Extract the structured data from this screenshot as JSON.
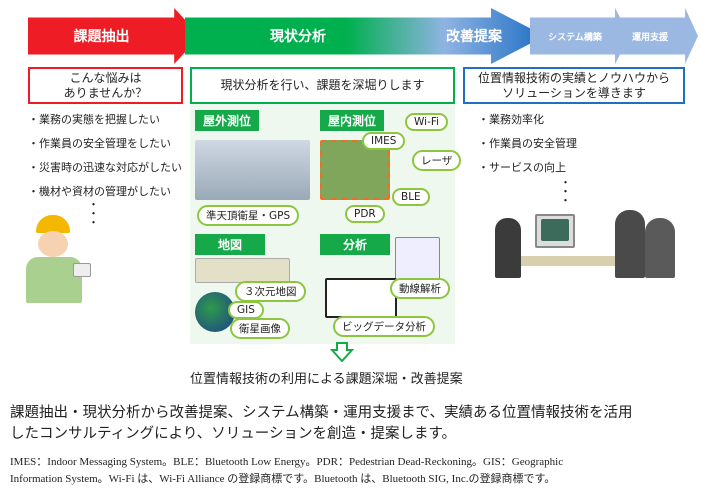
{
  "flow": {
    "steps": [
      "課題抽出",
      "現状分析",
      "改善提案",
      "システム構築",
      "運用支援"
    ]
  },
  "boxes": {
    "left": [
      "こんな悩みは",
      "ありませんか？"
    ],
    "middle": "現状分析を行い、課題を深堀りします",
    "right": [
      "位置情報技術の実績とノウハウから",
      "ソリューションを導きます"
    ]
  },
  "left_list": [
    "・業務の実態を把握したい",
    "・作業員の安全管理をしたい",
    "・災害時の迅速な対応がしたい",
    "・機材や資材の管理がしたい",
    "・"
  ],
  "right_list": [
    "・業務効率化",
    "・作業員の安全管理",
    "・サービスの向上",
    "・"
  ],
  "cards": {
    "outdoor": {
      "title": "屋外測位",
      "labels": [
        "準天頂衛星・GPS"
      ]
    },
    "indoor": {
      "title": "屋内測位",
      "labels": [
        "Wi-Fi",
        "IMES",
        "レーザ",
        "BLE",
        "PDR"
      ]
    },
    "map": {
      "title": "地図",
      "labels": [
        "３次元地図",
        "GIS",
        "衛星画像"
      ]
    },
    "analysis": {
      "title": "分析",
      "labels": [
        "動線解析",
        "ビッグデータ分析"
      ]
    }
  },
  "result": "位置情報技術の利用による課題深堀・改善提案",
  "summary": [
    "課題抽出・現状分析から改善提案、システム構築・運用支援まで、実績ある位置情報技術を活用",
    "したコンサルティングにより、ソリューションを創造・提案します。"
  ],
  "footnote": [
    "IMES：Indoor Messaging System。BLE：Bluetooth Low Energy。PDR：Pedestrian Dead-Reckoning。GIS：Geographic",
    "Information System。Wi-Fi は、Wi-Fi Alliance の登録商標です。Bluetooth は、Bluetooth SIG, Inc.の登録商標です。"
  ],
  "colors": {
    "red": "#ee1c25",
    "green": "#00b04f",
    "blue": "#1f6fc4",
    "light_blue": "#9bb8e3"
  }
}
